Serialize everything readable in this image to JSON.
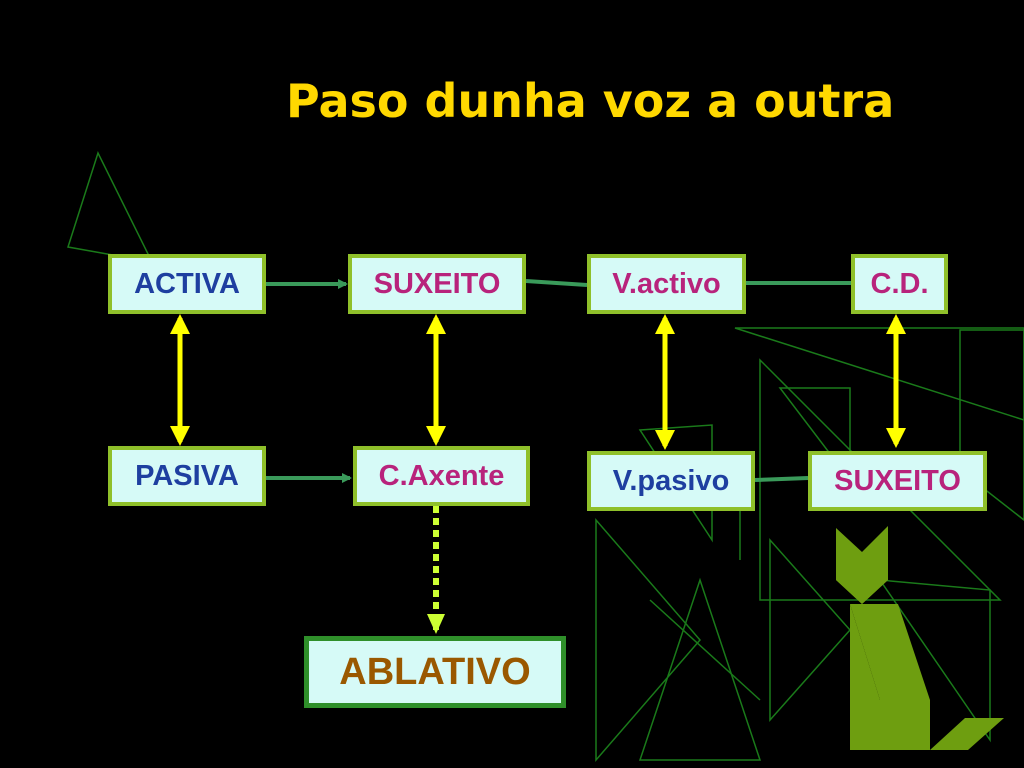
{
  "slide": {
    "title": "Paso dunha voz a outra"
  },
  "nodes": {
    "activa": "ACTIVA",
    "suxeito_top": "SUXEITO",
    "v_activo": "V.activo",
    "cd": "C.D.",
    "pasiva": "PASIVA",
    "c_axente": "C.Axente",
    "v_pasivo": "V.pasivo",
    "suxeito_bottom": "SUXEITO",
    "ablativo": "ABLATIVO"
  },
  "colors": {
    "background": "#000000",
    "title": "#FFD800",
    "box_fill": "#D6FAF7",
    "box_border": "#8FC02A",
    "arrow_yellow": "#FFFF00",
    "connector_green": "#3A9A5A",
    "dotted_arrow": "#CCFF33",
    "decor_outline": "#1A7A1A",
    "cat_fill": "#6E9E10"
  },
  "edges": [
    {
      "from": "ACTIVA",
      "to": "SUXEITO",
      "style": "green-arrow"
    },
    {
      "from": "SUXEITO",
      "to": "V.activo",
      "style": "green-line"
    },
    {
      "from": "V.activo",
      "to": "C.D.",
      "style": "green-line"
    },
    {
      "from": "PASIVA",
      "to": "C.Axente",
      "style": "green-arrow"
    },
    {
      "from": "V.pasivo",
      "to": "SUXEITO",
      "style": "green-line"
    },
    {
      "from": "ACTIVA",
      "to": "PASIVA",
      "style": "yellow-double-arrow"
    },
    {
      "from": "SUXEITO",
      "to": "C.Axente",
      "style": "yellow-double-arrow"
    },
    {
      "from": "V.activo",
      "to": "V.pasivo",
      "style": "yellow-double-arrow"
    },
    {
      "from": "C.D.",
      "to": "SUXEITO",
      "style": "yellow-double-arrow"
    },
    {
      "from": "C.Axente",
      "to": "ABLATIVO",
      "style": "dotted-arrow"
    }
  ],
  "decorations": {
    "icons": [
      "tangram-outline-shapes",
      "tangram-cat-icon"
    ]
  }
}
